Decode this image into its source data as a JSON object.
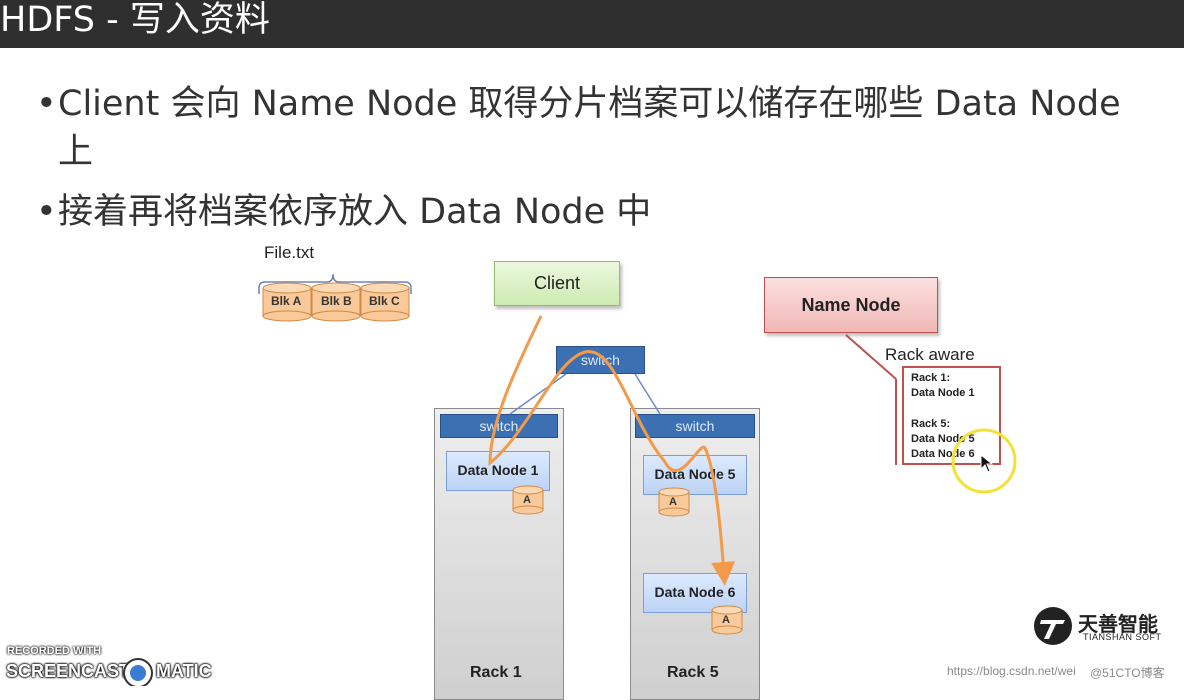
{
  "slide": {
    "title": "HDFS - 写入资料",
    "bullets": [
      "Client 会向 Name Node 取得分片档案可以储存在哪些 Data Node",
      "上",
      "接着再将档案依序放入 Data Node 中"
    ],
    "bullet_char": "•"
  },
  "diagram": {
    "file": {
      "name": "File.txt",
      "blocks": [
        "Blk A",
        "Blk B",
        "Blk C"
      ]
    },
    "client": "Client",
    "core_switch": "switch",
    "racks": [
      {
        "label": "Rack 1",
        "switch": "switch",
        "nodes": [
          {
            "name": "Data Node 1",
            "block": "A"
          }
        ]
      },
      {
        "label": "Rack 5",
        "switch": "switch",
        "nodes": [
          {
            "name": "Data Node 5",
            "block": "A"
          },
          {
            "name": "Data Node 6",
            "block": "A"
          }
        ]
      }
    ],
    "name_node": "Name Node",
    "rack_aware": {
      "title": "Rack aware",
      "lines": [
        "Rack 1:",
        "Data Node 1",
        "",
        "Rack 5:",
        "Data Node 5",
        "Data Node 6"
      ]
    },
    "colors": {
      "path": "#f29a4a",
      "client_fill": "#d9f0c2",
      "name_node_fill": "#f4c9c8",
      "block_fill": "#f9c99a",
      "rack_aware_border": "#c0504d"
    }
  },
  "overlay": {
    "recorded_with": "RECORDED WITH",
    "screencast_brand": "SCREENCAST",
    "matic": "MATIC",
    "logo_cn": "天善智能",
    "logo_en": "TIANSHAN SOFT",
    "watermark": "https://blog.csdn.net/wei",
    "watermark_right": "@51CTO博客"
  }
}
